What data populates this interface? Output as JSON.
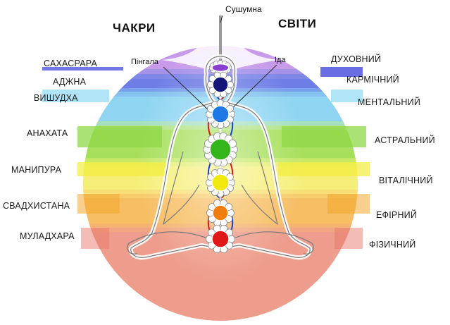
{
  "headings": {
    "left": "ЧАКРИ",
    "right": "СВІТИ",
    "top": "Сушумна"
  },
  "channels": {
    "left": "Пінгала",
    "right": "Іда"
  },
  "chakras": [
    {
      "label": "САХАСРАРА",
      "color": "#8a3fcf"
    },
    {
      "label": "АДЖНА",
      "color": "#15157a"
    },
    {
      "label": "ВИШУДХА",
      "color": "#1e78e6"
    },
    {
      "label": "АНАХАТА",
      "color": "#34b51c"
    },
    {
      "label": "МАНИПУРА",
      "color": "#f0e80e"
    },
    {
      "label": "СВАДХИСТАНА",
      "color": "#f07d10"
    },
    {
      "label": "МУЛАДХАРА",
      "color": "#e01818"
    }
  ],
  "worlds": [
    {
      "label": "ДУХОВНИЙ",
      "color": "#a96bd6"
    },
    {
      "label": "КАРМІЧНИЙ",
      "color": "#5a62e0"
    },
    {
      "label": "МЕНТАЛЬНИЙ",
      "color": "#4fc3ea"
    },
    {
      "label": "АСТРАЛЬНИЙ",
      "color": "#7ed43c"
    },
    {
      "label": "ВІТАЛІЧНИЙ",
      "color": "#f2ec3a"
    },
    {
      "label": "ЕФІРНИЙ",
      "color": "#f3a72d"
    },
    {
      "label": "ФІЗИЧНИЙ",
      "color": "#e8796a"
    }
  ]
}
